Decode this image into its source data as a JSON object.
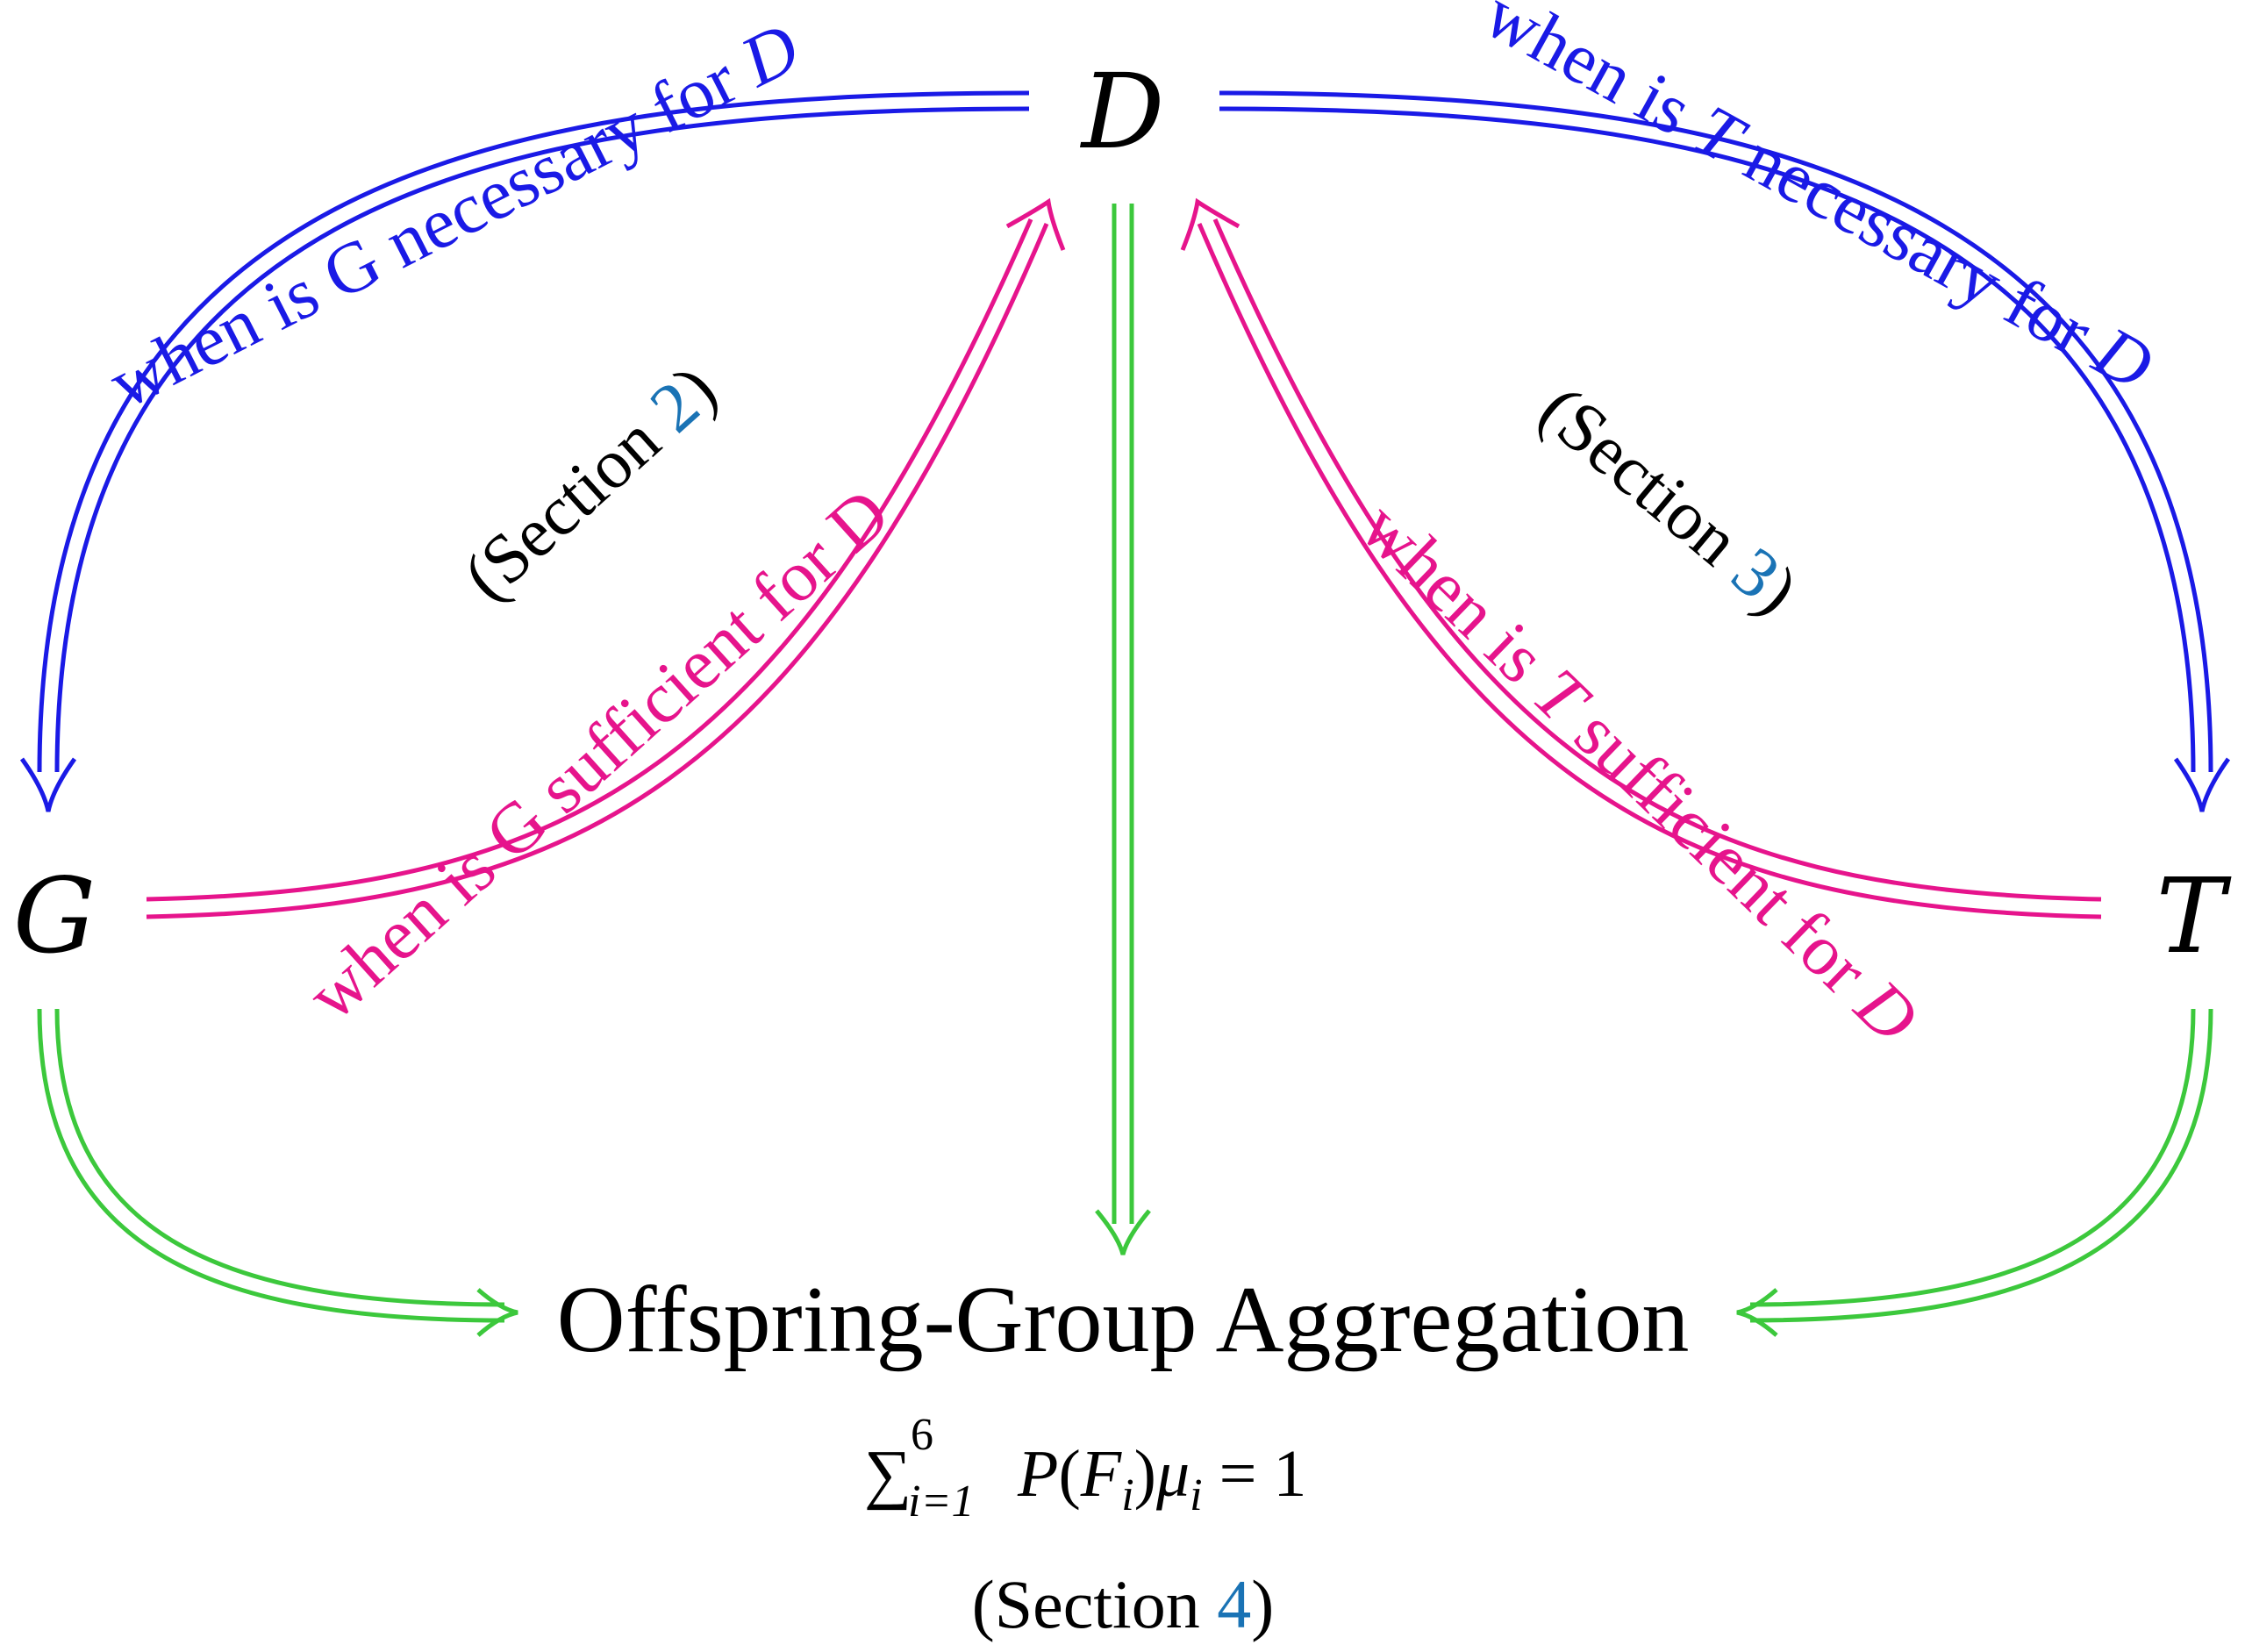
{
  "colors": {
    "necessary": "#1a1ae6",
    "sufficient": "#e6148c",
    "aggregation": "#3cc83c",
    "section_number": "#1a73b5",
    "text": "#000000"
  },
  "nodes": {
    "d": "D",
    "g": "G",
    "t": "T",
    "aggregation": "Offspring-Group Aggregation"
  },
  "edges": {
    "g_necessary": {
      "prefix": "when is G necessary for ",
      "var": "D"
    },
    "t_necessary": {
      "prefix": "when is ",
      "mid_var": "T",
      "middle": " necessary for ",
      "var": "D"
    },
    "g_sufficient": {
      "prefix": "when is G sufficient for D"
    },
    "t_sufficient": {
      "prefix": "when is ",
      "mid_var": "T",
      "middle": " sufficient for ",
      "var": "D"
    }
  },
  "sections": {
    "left": {
      "open": "(Section ",
      "num": "2",
      "close": ")"
    },
    "right": {
      "open": "(Section ",
      "num": "3",
      "close": ")"
    },
    "bottom": {
      "open": "(Section ",
      "num": "4",
      "close": ")"
    }
  },
  "formula": {
    "sum": "∑",
    "upper": "6",
    "lower": "i=1",
    "p": "P",
    "open": "(",
    "f": "F",
    "f_sub": "i",
    "close": ")",
    "mu": "μ",
    "mu_sub": "i",
    "rhs": " = 1"
  }
}
